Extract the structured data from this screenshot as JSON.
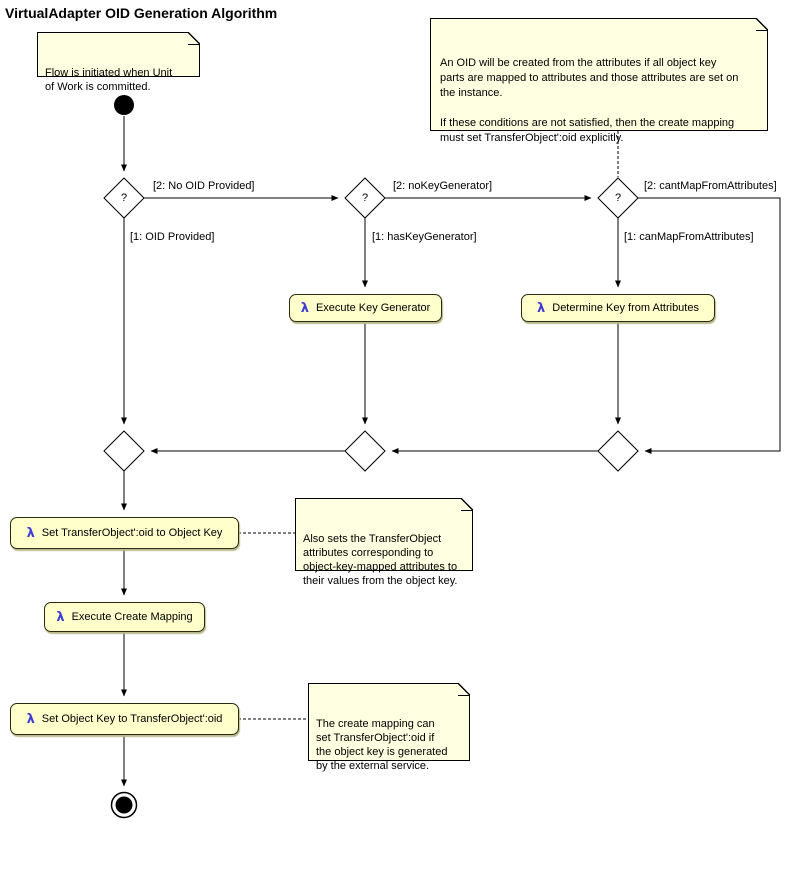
{
  "title": "VirtualAdapter OID Generation Algorithm",
  "decision_marker": "?",
  "lambda_symbol": "λ",
  "notes": {
    "start": "Flow is initiated when Unit\nof Work is committed.",
    "oid_creation": "An OID will be created from the attributes if all object key\nparts are mapped to attributes and those attributes are set on\nthe instance.\n\nIf these conditions are not satisfied, then the create mapping\nmust set TransferObject':oid explicitly.",
    "also_sets": "Also sets the TransferObject\nattributes corresponding to\nobject-key-mapped attributes to\ntheir values from the object key.",
    "create_mapping": "The create mapping can\nset TransferObject':oid if\nthe object key is generated\nby the external service."
  },
  "actions": {
    "execute_key_generator": "Execute Key Generator",
    "determine_key": "Determine Key from Attributes",
    "set_oid_to_key": "Set TransferObject':oid to Object Key",
    "execute_create_mapping": "Execute Create Mapping",
    "set_key_to_oid": "Set Object Key to TransferObject':oid"
  },
  "edges": {
    "no_oid": "[2: No OID Provided]",
    "oid_provided": "[1: OID Provided]",
    "no_key_generator": "[2: noKeyGenerator]",
    "has_key_generator": "[1: hasKeyGenerator]",
    "cant_map": "[2: cantMapFromAttributes]",
    "can_map": "[1: canMapFromAttributes]"
  },
  "colors": {
    "note_fill": "#FFFFE1",
    "action_fill": "#FFFFCC",
    "lambda": "#3C3CD2",
    "line": "#000000"
  }
}
